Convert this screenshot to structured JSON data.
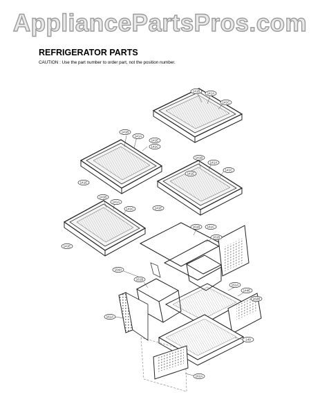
{
  "watermark": "AppliancePartsPros.com",
  "title": "REFRIGERATOR PARTS",
  "caution": "CAUTION : Use the part number to order part, not the position number.",
  "callouts": {
    "s1": [
      "141B",
      "141A",
      "141C"
    ],
    "s2": [
      "141B",
      "141A",
      "141C",
      "141E",
      "141E"
    ],
    "s3": [
      "141B",
      "141A",
      "141C",
      "141E"
    ],
    "s4": [
      "141B",
      "141A",
      "141C",
      "141E"
    ],
    "s5": [
      "141E"
    ],
    "lower": [
      "161B",
      "161C",
      "161B",
      "154A",
      "161B",
      "151A",
      "144E",
      "162B",
      "161A",
      "149",
      "162A"
    ]
  }
}
